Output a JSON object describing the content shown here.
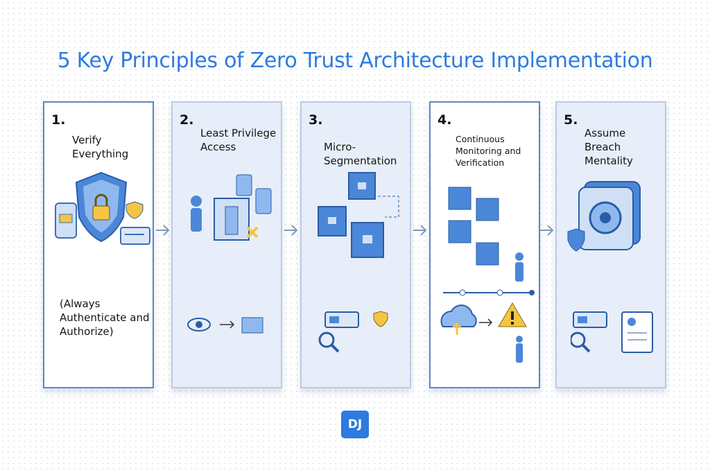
{
  "title": "5 Key Principles of Zero Trust Architecture Implementation",
  "principles": [
    {
      "number": "1.",
      "title": "Verify Everything",
      "note": "(Always Authenticate and Authorize)"
    },
    {
      "number": "2.",
      "title": "Least Privilege Access"
    },
    {
      "number": "3.",
      "title": "Micro-Segmentation"
    },
    {
      "number": "4.",
      "title": "Continuous Monitoring and Verification"
    },
    {
      "number": "5.",
      "title": "Assume Breach Mentality"
    }
  ],
  "logo": "DJ",
  "colors": {
    "accent": "#2d7be0",
    "panel_blue": "#e7eef9",
    "border": "#5b86c2"
  }
}
